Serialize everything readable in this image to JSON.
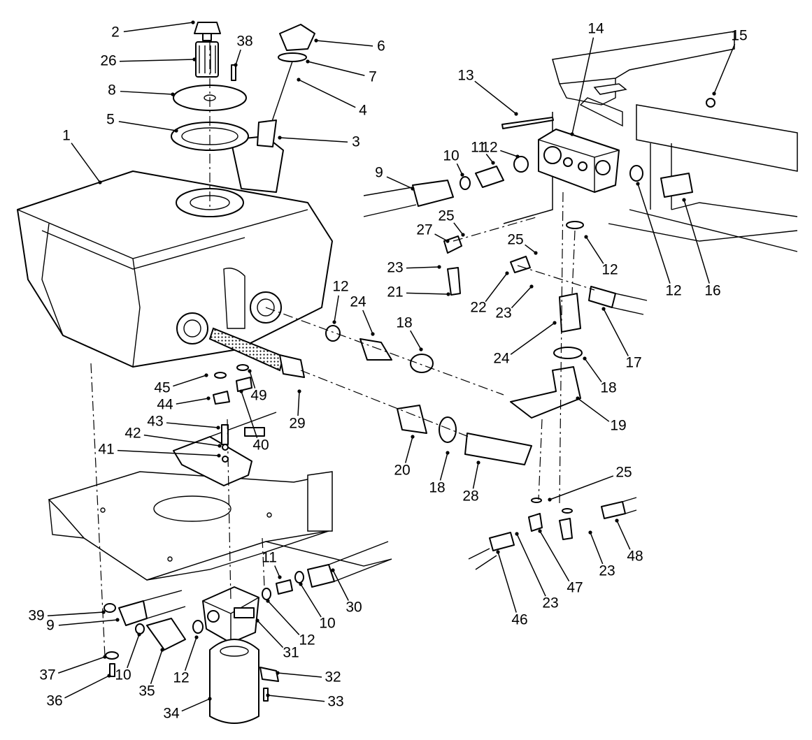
{
  "callouts": [
    {
      "id": "c2",
      "text": "2"
    },
    {
      "id": "c26",
      "text": "26"
    },
    {
      "id": "c38",
      "text": "38"
    },
    {
      "id": "c8",
      "text": "8"
    },
    {
      "id": "c5",
      "text": "5"
    },
    {
      "id": "c6",
      "text": "6"
    },
    {
      "id": "c7",
      "text": "7"
    },
    {
      "id": "c4",
      "text": "4"
    },
    {
      "id": "c3",
      "text": "3"
    },
    {
      "id": "c1",
      "text": "1"
    },
    {
      "id": "c13",
      "text": "13"
    },
    {
      "id": "c14",
      "text": "14"
    },
    {
      "id": "c15",
      "text": "15"
    },
    {
      "id": "c11a",
      "text": "11"
    },
    {
      "id": "c10a",
      "text": "10"
    },
    {
      "id": "c12a",
      "text": "12"
    },
    {
      "id": "c9a",
      "text": "9"
    },
    {
      "id": "c25a",
      "text": "25"
    },
    {
      "id": "c27",
      "text": "27"
    },
    {
      "id": "c25b",
      "text": "25"
    },
    {
      "id": "c12b",
      "text": "12"
    },
    {
      "id": "c12c",
      "text": "12"
    },
    {
      "id": "c16",
      "text": "16"
    },
    {
      "id": "c23a",
      "text": "23"
    },
    {
      "id": "c21",
      "text": "21"
    },
    {
      "id": "c22",
      "text": "22"
    },
    {
      "id": "c23b",
      "text": "23"
    },
    {
      "id": "c12d",
      "text": "12"
    },
    {
      "id": "c24a",
      "text": "24"
    },
    {
      "id": "c18a",
      "text": "18"
    },
    {
      "id": "c24b",
      "text": "24"
    },
    {
      "id": "c17",
      "text": "17"
    },
    {
      "id": "c18b",
      "text": "18"
    },
    {
      "id": "c45",
      "text": "45"
    },
    {
      "id": "c49",
      "text": "49"
    },
    {
      "id": "c44",
      "text": "44"
    },
    {
      "id": "c29",
      "text": "29"
    },
    {
      "id": "c43",
      "text": "43"
    },
    {
      "id": "c40",
      "text": "40"
    },
    {
      "id": "c42",
      "text": "42"
    },
    {
      "id": "c41",
      "text": "41"
    },
    {
      "id": "c20",
      "text": "20"
    },
    {
      "id": "c18c",
      "text": "18"
    },
    {
      "id": "c19",
      "text": "19"
    },
    {
      "id": "c28",
      "text": "28"
    },
    {
      "id": "c25c",
      "text": "25"
    },
    {
      "id": "c48",
      "text": "48"
    },
    {
      "id": "c23c",
      "text": "23"
    },
    {
      "id": "c47",
      "text": "47"
    },
    {
      "id": "c23d",
      "text": "23"
    },
    {
      "id": "c46",
      "text": "46"
    },
    {
      "id": "c11b",
      "text": "11"
    },
    {
      "id": "c30",
      "text": "30"
    },
    {
      "id": "c10b",
      "text": "10"
    },
    {
      "id": "c12e",
      "text": "12"
    },
    {
      "id": "c39",
      "text": "39"
    },
    {
      "id": "c9b",
      "text": "9"
    },
    {
      "id": "c31",
      "text": "31"
    },
    {
      "id": "c37",
      "text": "37"
    },
    {
      "id": "c10c",
      "text": "10"
    },
    {
      "id": "c35",
      "text": "35"
    },
    {
      "id": "c12f",
      "text": "12"
    },
    {
      "id": "c32",
      "text": "32"
    },
    {
      "id": "c36",
      "text": "36"
    },
    {
      "id": "c34",
      "text": "34"
    },
    {
      "id": "c33",
      "text": "33"
    }
  ]
}
